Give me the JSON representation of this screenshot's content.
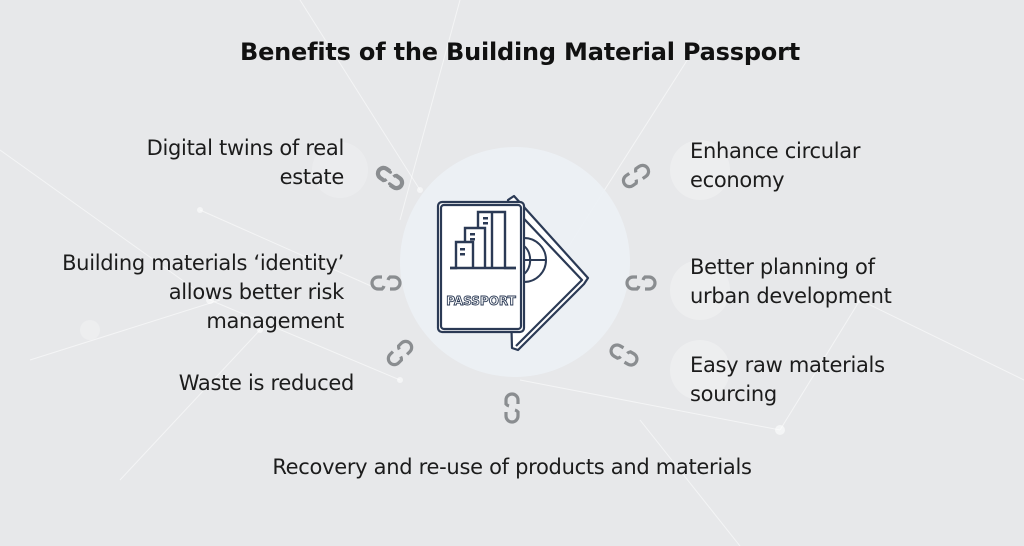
{
  "title": "Benefits of the Building Material Passport",
  "center": {
    "icon": "passport-icon",
    "label": "PASSPORT"
  },
  "benefits": {
    "left": [
      {
        "label": "Digital twins of real estate",
        "lines": [
          "Digital twins of real",
          "estate"
        ]
      },
      {
        "label": "Building materials ‘identity’ allows better risk management",
        "lines": [
          "Building materials ‘identity’",
          "allows better risk",
          "management"
        ]
      },
      {
        "label": "Waste is reduced",
        "lines": [
          "Waste is reduced"
        ]
      }
    ],
    "right": [
      {
        "label": "Enhance circular economy",
        "lines": [
          "Enhance circular",
          "economy"
        ]
      },
      {
        "label": "Better planning of urban development",
        "lines": [
          "Better planning of",
          "urban development"
        ]
      },
      {
        "label": "Easy raw materials sourcing",
        "lines": [
          "Easy raw materials",
          "sourcing"
        ]
      }
    ],
    "bottom": [
      {
        "label": "Recovery and re-use of products and materials",
        "lines": [
          "Recovery and re-use of products and materials"
        ]
      }
    ]
  },
  "connector_icon": "link-icon",
  "colors": {
    "background": "#e7e8ea",
    "text": "#1c1c1c",
    "icon_stroke": "#2b3a55",
    "link_icon": "#8a8d90",
    "center_circle": "#ecf1f5"
  }
}
